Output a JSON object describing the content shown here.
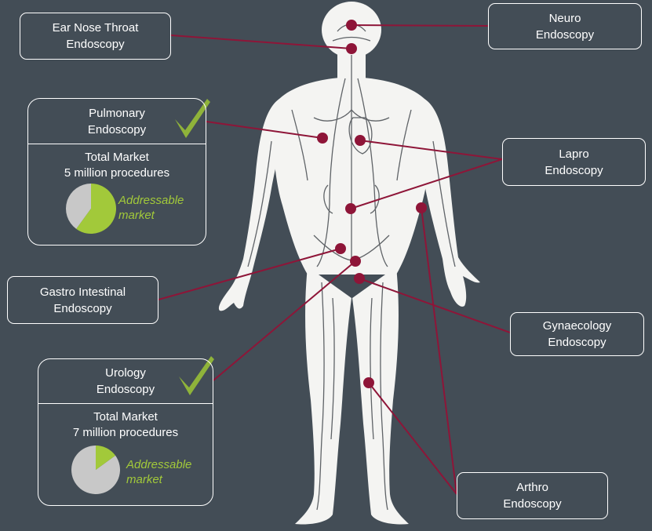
{
  "labels": {
    "ent": [
      "Ear Nose Throat",
      "Endoscopy"
    ],
    "neuro": [
      "Neuro",
      "Endoscopy"
    ],
    "lapro": [
      "Lapro",
      "Endoscopy"
    ],
    "gastro": [
      "Gastro Intestinal",
      "Endoscopy"
    ],
    "gynaecology": [
      "Gynaecology",
      "Endoscopy"
    ],
    "arthro": [
      "Arthro",
      "Endoscopy"
    ]
  },
  "pulmonary": {
    "title": [
      "Pulmonary",
      "Endoscopy"
    ],
    "market_title": "Total Market",
    "market_size": "5 million procedures",
    "addressable": [
      "Addressable",
      "market"
    ],
    "addressable_share": 0.6
  },
  "urology": {
    "title": [
      "Urology",
      "Endoscopy"
    ],
    "market_title": "Total Market",
    "market_size": "7 million procedures",
    "addressable": [
      "Addressable",
      "market"
    ],
    "addressable_share": 0.15
  },
  "colors": {
    "background": "#434d56",
    "connector": "#8e1538",
    "accent": "#a2c93a",
    "pie_rest": "#c8c8c8",
    "body": "#f4f4f2",
    "vessel": "#3a3f45"
  },
  "icons": [
    "checkmark-icon"
  ]
}
